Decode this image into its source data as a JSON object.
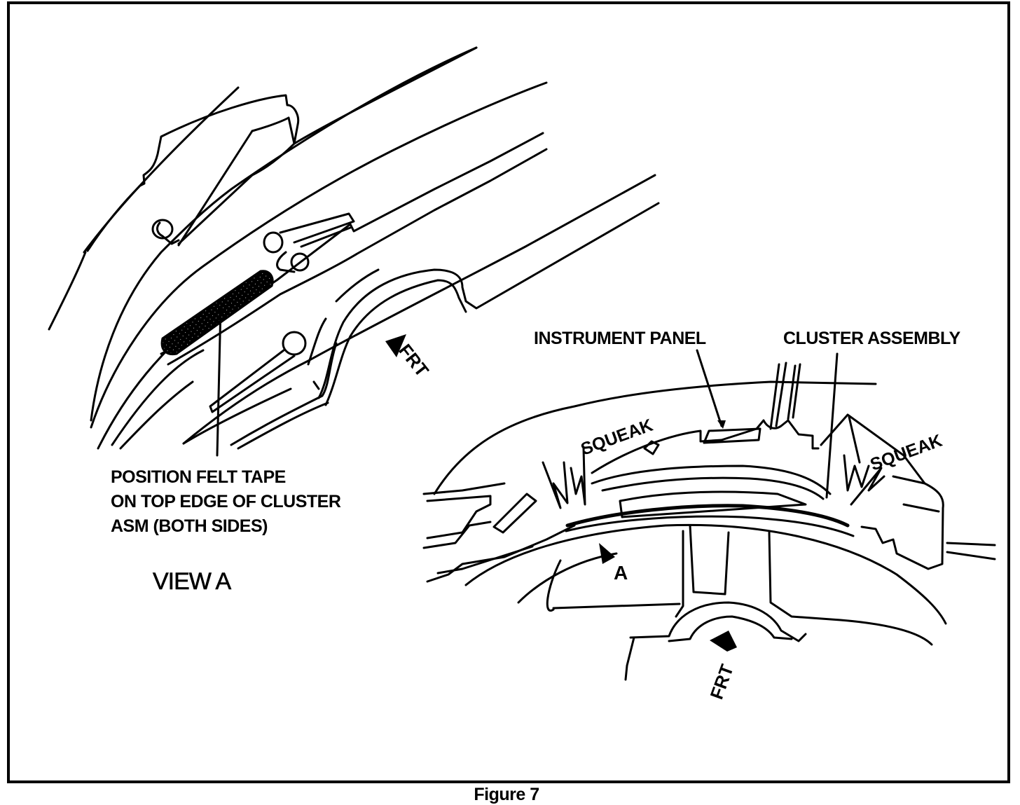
{
  "figure": {
    "caption": "Figure 7",
    "line_color": "#000000",
    "background_color": "#ffffff"
  },
  "view_a": {
    "title": "VIEW A",
    "callout": {
      "lines": [
        "POSITION FELT TAPE",
        "ON TOP EDGE OF CLUSTER",
        "ASM (BOTH SIDES)"
      ]
    },
    "direction_marker": "FRT"
  },
  "overview": {
    "labels": {
      "instrument_panel": "INSTRUMENT PANEL",
      "cluster_assembly": "CLUSTER ASSEMBLY",
      "squeak_left": "SQUEAK",
      "squeak_right": "SQUEAK",
      "view_marker": "A"
    },
    "direction_marker": "FRT"
  }
}
